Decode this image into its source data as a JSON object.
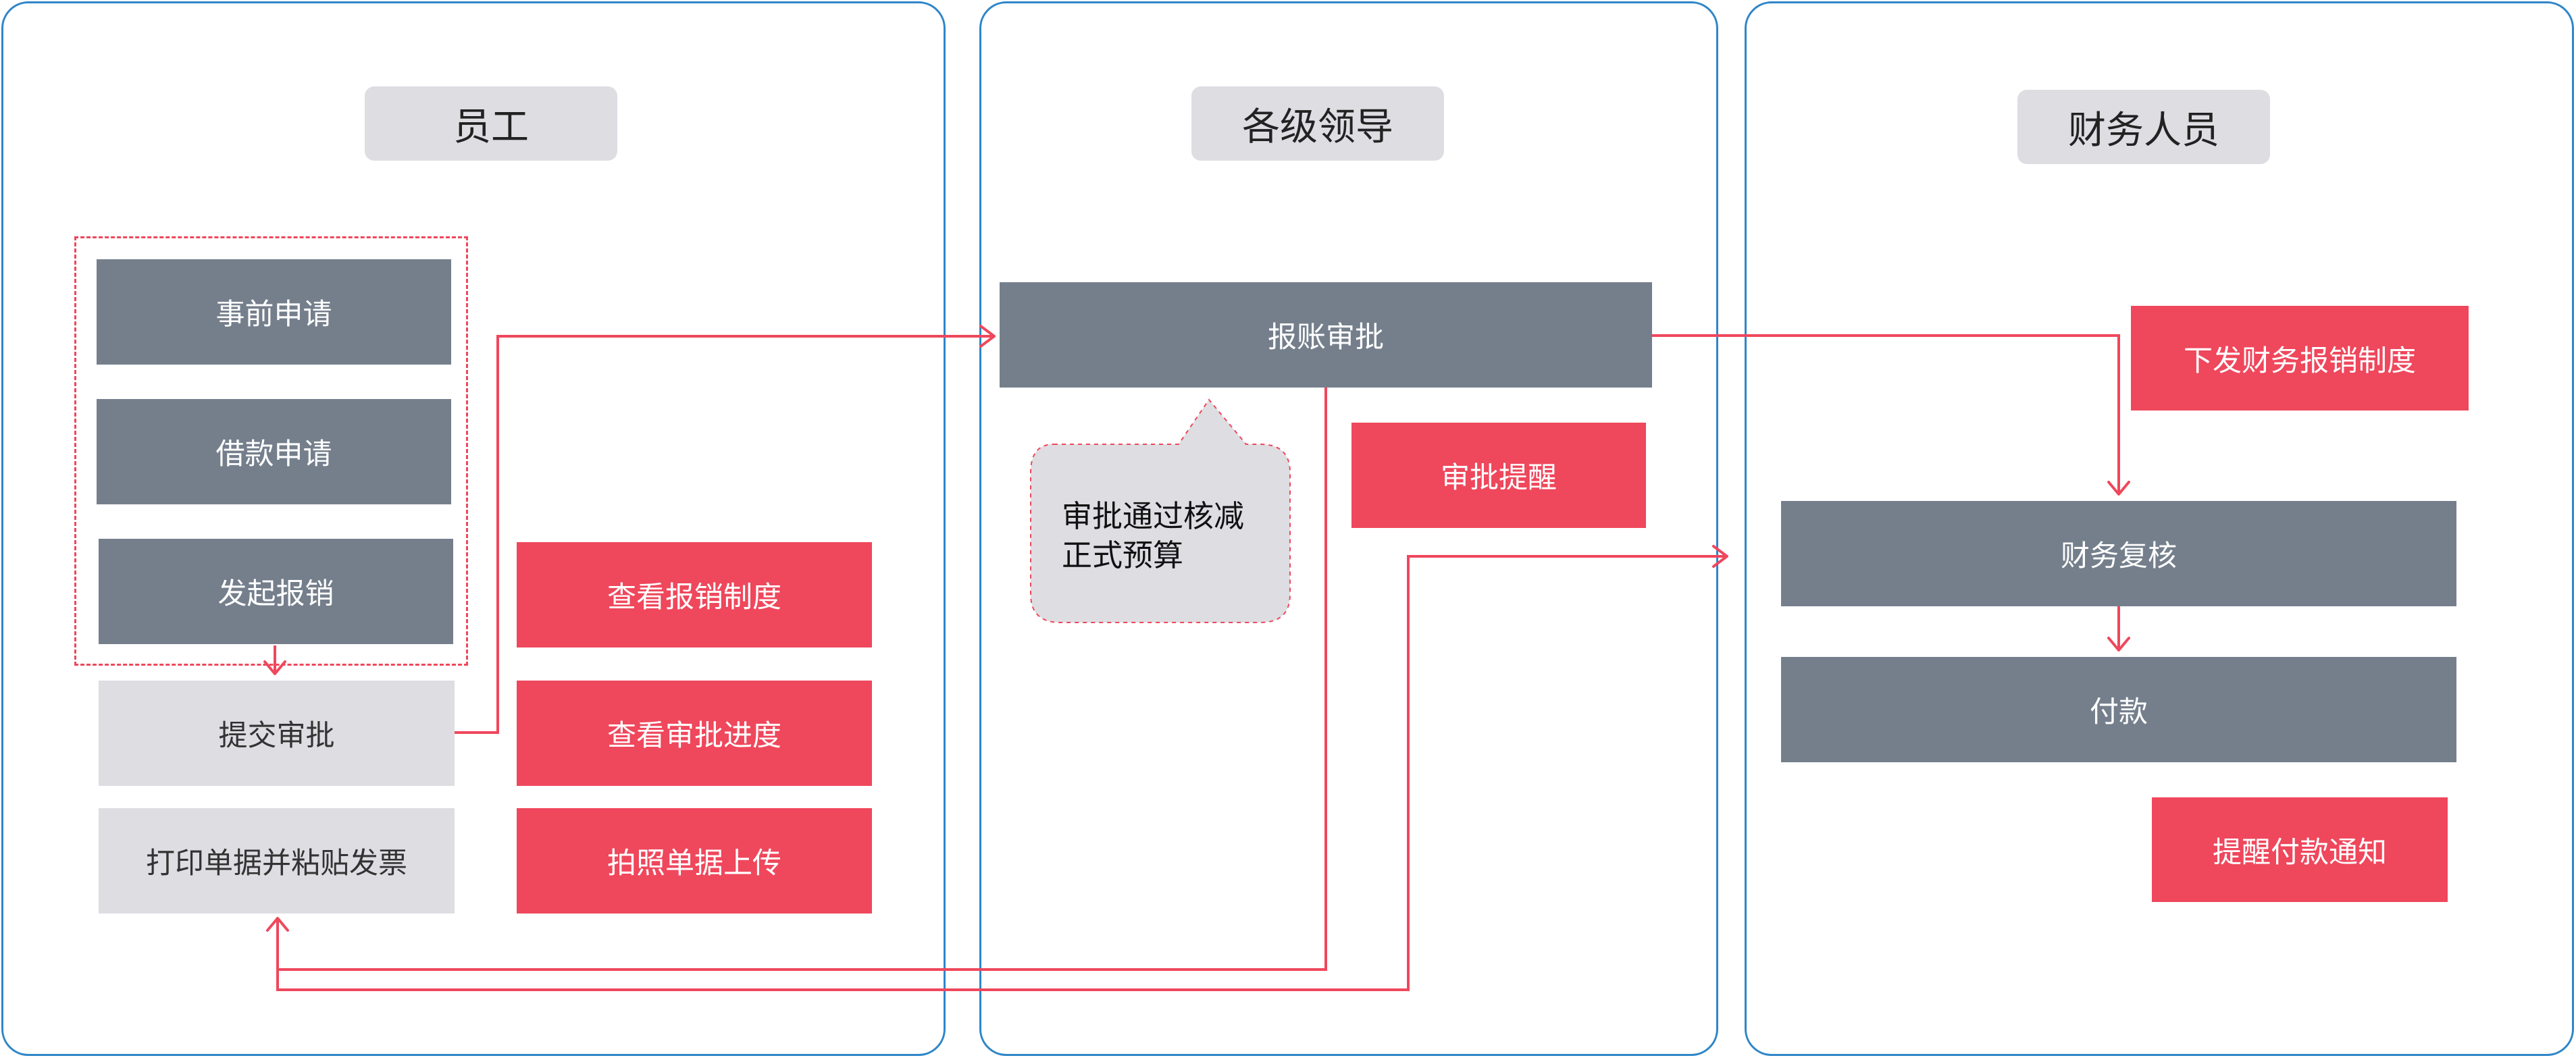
{
  "colors": {
    "lane_border": "#2f86c8",
    "header_fill": "#dedde2",
    "process_gray": "#757f8c",
    "action_red": "#ef475c",
    "light_gray": "#dedde2",
    "connector_red": "#ef475c"
  },
  "lanes": {
    "employee": {
      "title": "员工",
      "process": {
        "pre_application": "事前申请",
        "loan_application": "借款申请",
        "start_reimbursement": "发起报销",
        "submit_approval": "提交审批",
        "print_and_attach": "打印单据并粘贴发票"
      },
      "actions": {
        "view_policy": "查看报销制度",
        "view_progress": "查看审批进度",
        "photo_upload": "拍照单据上传"
      }
    },
    "leaders": {
      "title": "各级领导",
      "process": {
        "approval": "报账审批"
      },
      "note": {
        "line1": "审批通过核减",
        "line2": "正式预算"
      },
      "actions": {
        "reminder": "审批提醒"
      }
    },
    "finance": {
      "title": "财务人员",
      "process": {
        "review": "财务复核",
        "payment": "付款"
      },
      "actions": {
        "issue_policy": "下发财务报销制度",
        "payment_notice": "提醒付款通知"
      }
    }
  }
}
